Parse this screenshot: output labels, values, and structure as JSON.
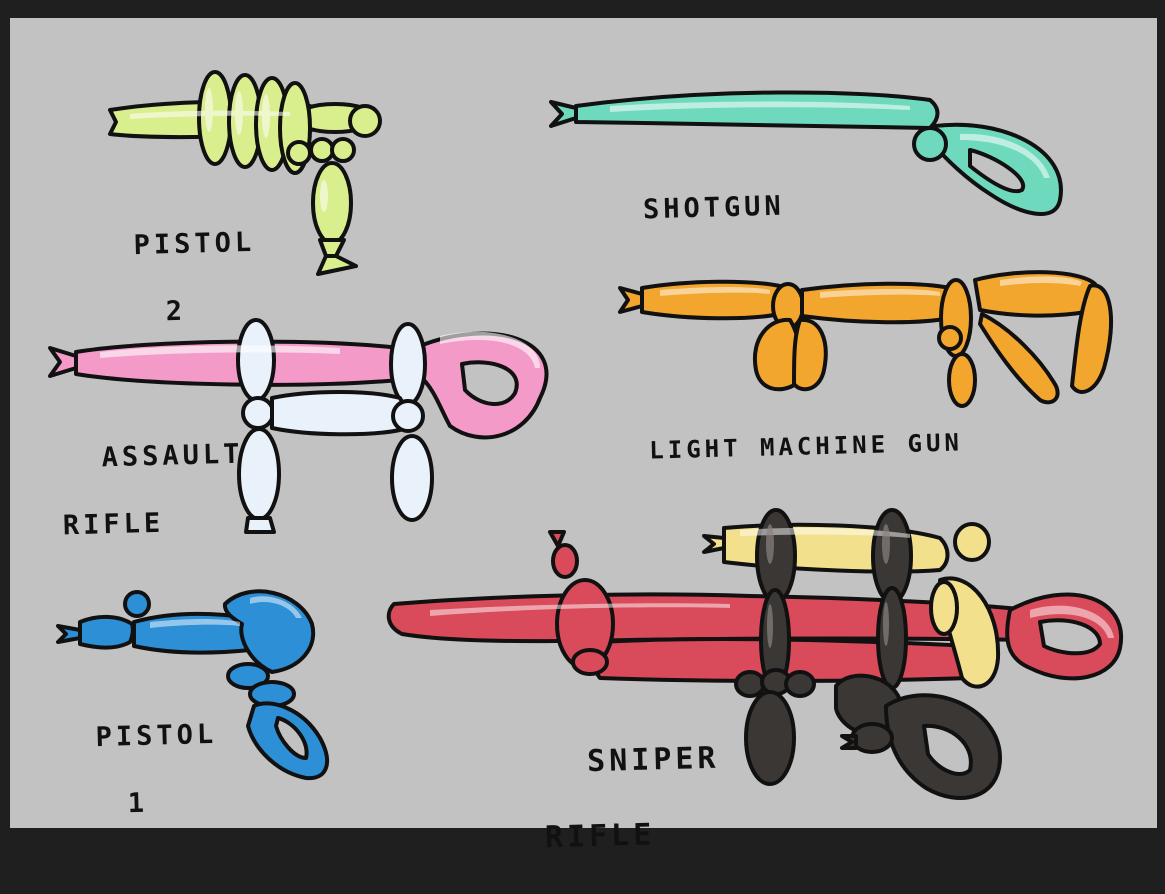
{
  "labels": {
    "pistol2": {
      "line1": "PISTOL",
      "line2": "2"
    },
    "shotgun": {
      "line1": "SHOTGUN"
    },
    "assault_rifle": {
      "line1": "ASSAULT",
      "line2": "RIFLE"
    },
    "light_machine_gun": {
      "line1": "LIGHT MACHINE GUN"
    },
    "pistol1": {
      "line1": "PISTOL",
      "line2": "1"
    },
    "sniper_rifle": {
      "line1": "SNIPER",
      "line2": "RIFLE"
    }
  },
  "colors": {
    "background": "#c2c2c2",
    "border": "#1f1f1f",
    "outline": "#111111",
    "pistol2": "#d9ee8c",
    "shotgun": "#6fd9bd",
    "assault_rifle": "#f39ac9",
    "assault_rifle_grip": "#e9f1fb",
    "light_machine_gun": "#f3a62e",
    "pistol1": "#2d8fd6",
    "sniper_rifle": "#d94a5a",
    "sniper_scope": "#f2e08c",
    "sniper_bands": "#3b3735"
  }
}
